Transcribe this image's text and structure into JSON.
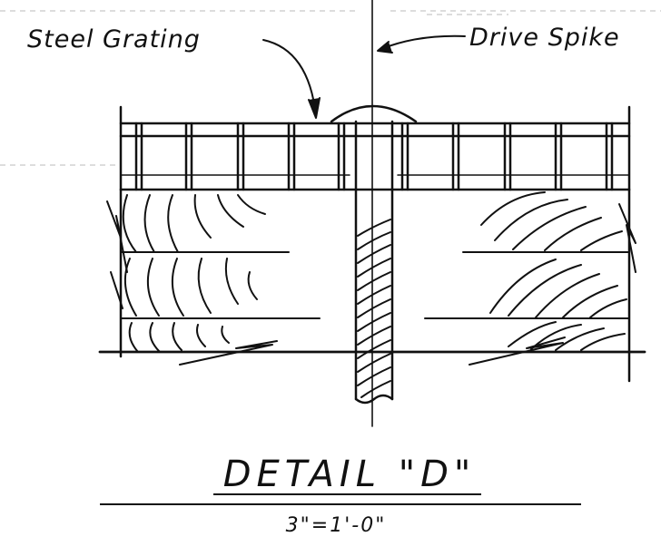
{
  "labels": {
    "steel_grating": "Steel Grating",
    "drive_spike": "Drive Spike"
  },
  "title": {
    "main": "DETAIL \"D\"",
    "scale": "3\"=1'-0\""
  },
  "colors": {
    "ink": "#111111",
    "paper": "#ffffff"
  }
}
